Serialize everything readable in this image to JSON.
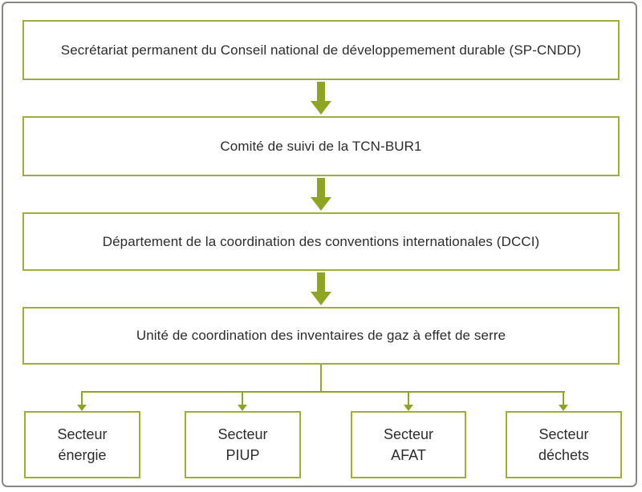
{
  "diagram": {
    "title_none": "",
    "nodes": [
      {
        "id": "sp-cndd",
        "label": "Secrétariat permanent du Conseil national de développemement durable (SP-CNDD)"
      },
      {
        "id": "comite-suivi",
        "label": "Comité de suivi de la TCN-BUR1"
      },
      {
        "id": "dcci",
        "label": "Département de la coordination des conventions internationales (DCCI)"
      },
      {
        "id": "unite-coordination",
        "label": "Unité de coordination des inventaires de gaz à effet de serre"
      }
    ],
    "sectors": [
      {
        "id": "secteur-energie",
        "label": "Secteur\nénergie"
      },
      {
        "id": "secteur-piup",
        "label": "Secteur\nPIUP"
      },
      {
        "id": "secteur-afat",
        "label": "Secteur\nAFAT"
      },
      {
        "id": "secteur-dechets",
        "label": "Secteur\ndéchets"
      }
    ],
    "colors": {
      "arrow_green": "#8da424",
      "border_green": "#9fae38",
      "frame_gray": "#8b8682",
      "text": "#2c2c2c",
      "background": "#ffffff"
    }
  }
}
